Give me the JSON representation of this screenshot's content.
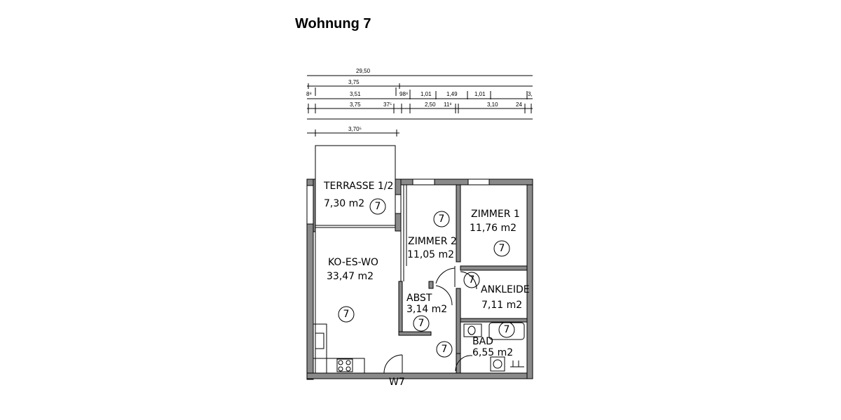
{
  "title": "Wohnung 7",
  "dimensions": {
    "row1": [
      "29,50"
    ],
    "row2": [
      "3,75"
    ],
    "row3": [
      "8⁸",
      "3,51",
      "98⁸",
      "1,01",
      "1,49",
      "1,01",
      "3,"
    ],
    "row4": [
      "3,75",
      "37⁵",
      "2,50",
      "11⁸",
      "3,10",
      "24"
    ],
    "terrace": "3,70⁵"
  },
  "rooms": [
    {
      "name": "TERRASSE 1/2",
      "area": "7,30 m2",
      "marker": "7"
    },
    {
      "name": "KO-ES-WO",
      "area": "33,47 m2",
      "marker": "7"
    },
    {
      "name": "ZIMMER 2",
      "area": "11,05 m2",
      "marker": "7"
    },
    {
      "name": "ZIMMER 1",
      "area": "11,76 m2",
      "marker": "7"
    },
    {
      "name": "ANKLEIDE",
      "area": "7,11 m2",
      "marker": "7"
    },
    {
      "name": "ABST",
      "area": "3,14 m2",
      "marker": "7"
    },
    {
      "name": "BAD",
      "area": "6,55 m2",
      "marker": "7"
    }
  ],
  "hall_marker": "7",
  "door_label": "W7"
}
